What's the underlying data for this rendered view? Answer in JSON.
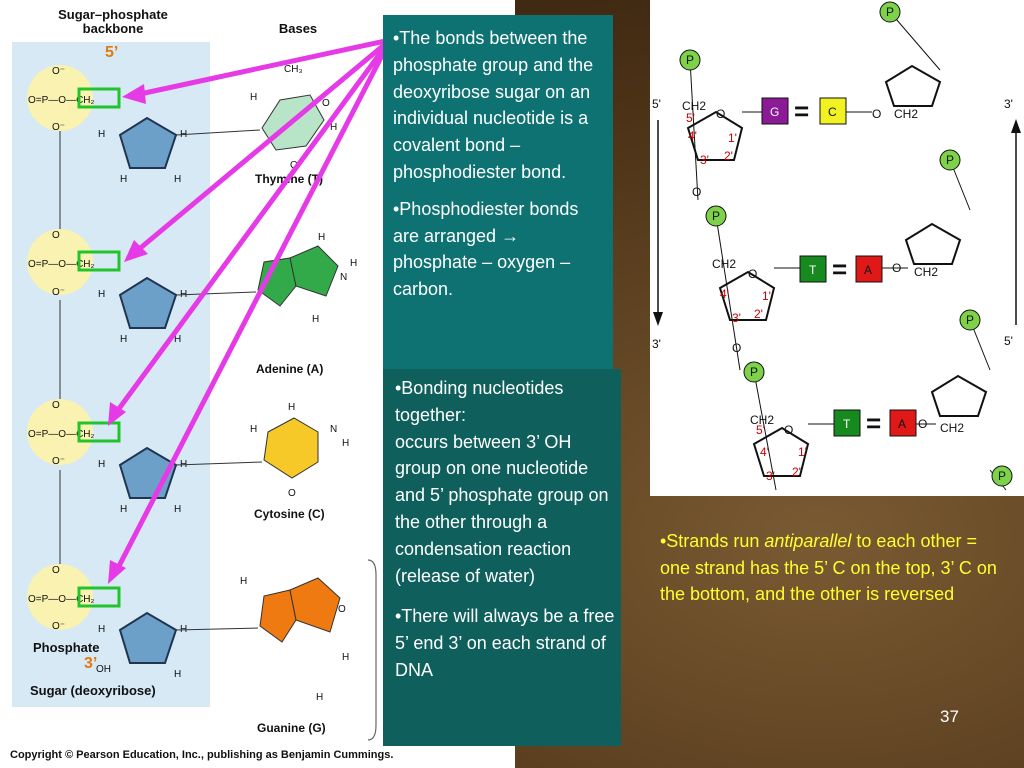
{
  "left_figure": {
    "header_backbone": "Sugar–phosphate backbone",
    "header_bases": "Bases",
    "prime_5": "5’",
    "prime_3": "3’",
    "phosphate_label": "Phosphate",
    "sugar_label": "Sugar (deoxyribose)",
    "bases": [
      "Thymine (T)",
      "Adenine (A)",
      "Cytosine (C)",
      "Guanine (G)"
    ],
    "copyright": "Copyright © Pearson Education, Inc., publishing as Benjamin Cummings.",
    "colors": {
      "thymine": "#b8e4c8",
      "adenine": "#33aa4a",
      "cytosine": "#f6c928",
      "guanine": "#f07a12",
      "sugar": "#6da0c8",
      "phosphate_circle": "#faf2b0",
      "bond_box": "#22c42c",
      "arrow": "#e53ae6"
    }
  },
  "box1": {
    "paragraphs": [
      "•The bonds between the phosphate group and the deoxyribose sugar on an individual nucleotide is a covalent bond – phosphodiester bond.",
      "•Phosphodiester bonds are arranged  phosphate – oxygen – carbon."
    ],
    "arrow_glyph": "→"
  },
  "box2": {
    "bonding_title": "•Bonding nucleotides together:",
    "bonding_body": "occurs between 3’ OH group on one nucleotide and 5’ phosphate group on the other through a condensation reaction (release of water)",
    "free_end": "•There will always be a free 5’ end 3’ on each strand of DNA"
  },
  "right_figure": {
    "strand_labels": {
      "left_top": "5'",
      "left_bottom": "3'",
      "right_top": "3'",
      "right_bottom": "5'"
    },
    "p_label": "P",
    "ch2": "CH2",
    "o": "O",
    "ring_numbers": {
      "c5": "5'",
      "c4": "4'",
      "c1": "1'",
      "c3": "3'",
      "c2": "2'"
    },
    "pairs": [
      {
        "left": "G",
        "right": "C",
        "left_color": "#8a1a96",
        "right_color": "#f2f222"
      },
      {
        "left": "T",
        "right": "A",
        "left_color": "#168a1e",
        "right_color": "#e01818"
      },
      {
        "left": "T",
        "right": "A",
        "left_color": "#168a1e",
        "right_color": "#e01818"
      }
    ],
    "bond_mark": "="
  },
  "antiparallel": {
    "prefix": "•Strands run ",
    "italic": "antiparallel",
    "suffix": " to each other = one strand has the 5’ C on the top, 3’ C on the bottom, and the other is reversed"
  },
  "page_number": "37"
}
